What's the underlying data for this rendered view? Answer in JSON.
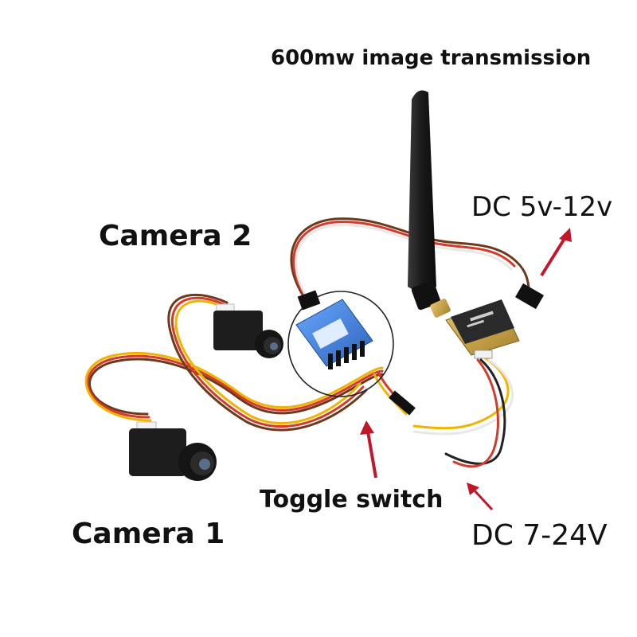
{
  "labels": {
    "title": "600mw image transmission",
    "camera2": "Camera 2",
    "camera1": "Camera 1",
    "toggle": "Toggle switch",
    "dc_low": "DC 5v-12v",
    "dc_high": "DC 7-24V"
  },
  "colors": {
    "arrow": "#c0182a",
    "wire_red": "#d63a2a",
    "wire_yellow": "#f0b400",
    "wire_brown": "#6b3a1c",
    "wire_white": "#e8e8e8",
    "wire_black": "#222222",
    "module_blue": "#3f7fd6",
    "antenna": "#1e1e1e",
    "transmitter": "#c9a64a"
  }
}
